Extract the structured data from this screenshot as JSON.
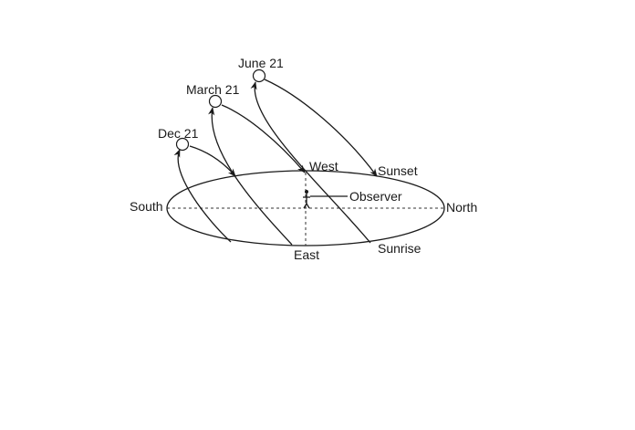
{
  "labels": {
    "june": "June 21",
    "march": "March 21",
    "dec": "Dec 21",
    "west": "West",
    "sunset": "Sunset",
    "observer": "Observer",
    "south": "South",
    "north": "North",
    "east": "East",
    "sunrise": "Sunrise"
  },
  "colors": {
    "ink": "#1a1a1a",
    "background": "#ffffff"
  }
}
